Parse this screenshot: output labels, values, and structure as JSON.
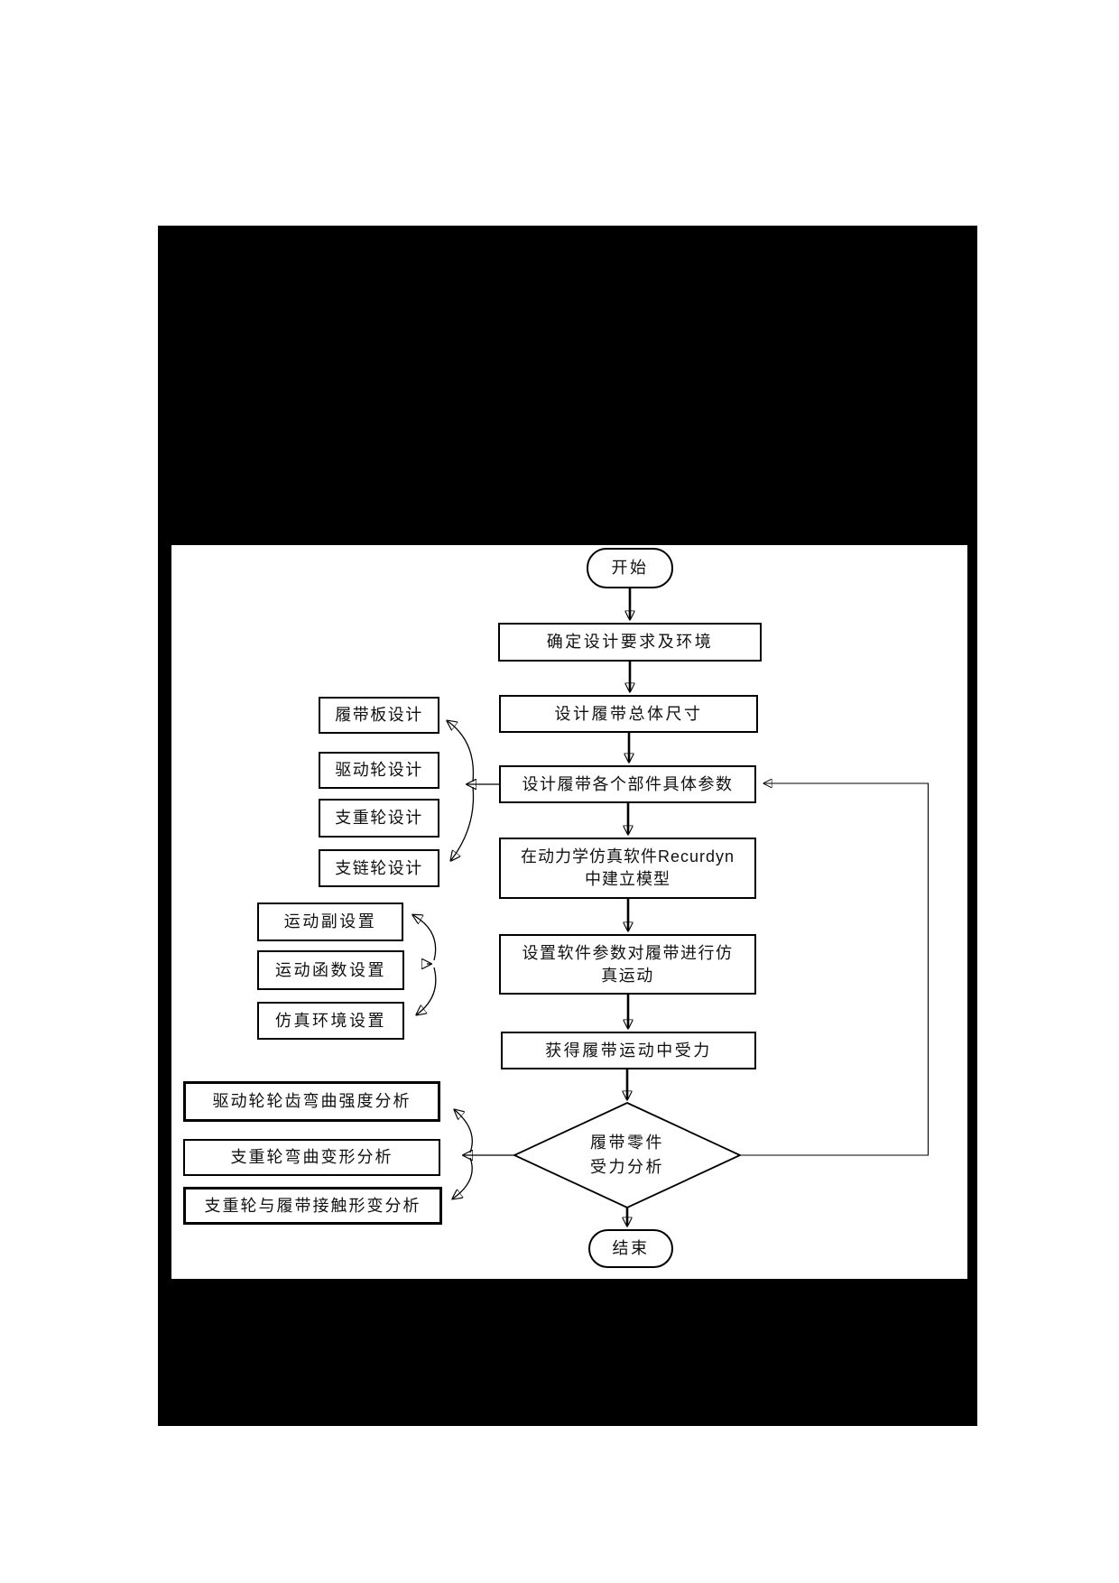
{
  "flowchart": {
    "start_label": "开始",
    "end_label": "结束",
    "main": {
      "n1": "确定设计要求及环境",
      "n2": "设计履带总体尺寸",
      "n3": "设计履带各个部件具体参数",
      "n4_line1": "在动力学仿真软件Recurdyn",
      "n4_line2": "中建立模型",
      "n5_line1": "设置软件参数对履带进行仿",
      "n5_line2": "真运动",
      "n6": "获得履带运动中受力",
      "decision_line1": "履带零件",
      "decision_line2": "受力分析"
    },
    "design_group": [
      "履带板设计",
      "驱动轮设计",
      "支重轮设计",
      "支链轮设计"
    ],
    "settings_group": [
      "运动副设置",
      "运动函数设置",
      "仿真环境设置"
    ],
    "analysis_group": [
      "驱动轮轮齿弯曲强度分析",
      "支重轮弯曲变形分析",
      "支重轮与履带接触形变分析"
    ],
    "colors": {
      "stroke": "#000000",
      "node_fill": "#ffffff",
      "frame": "#000000",
      "page_background": "#ffffff"
    }
  }
}
